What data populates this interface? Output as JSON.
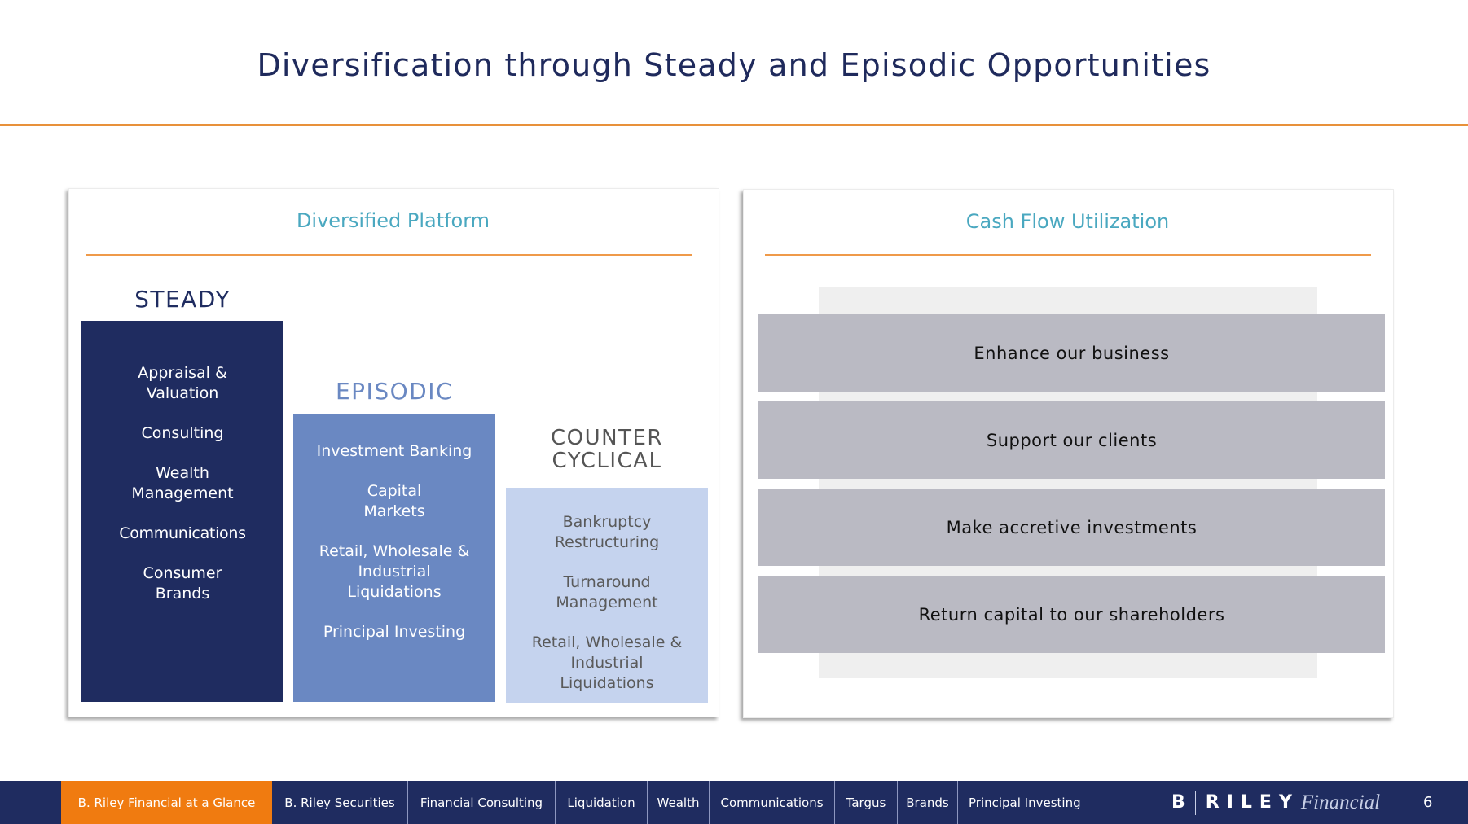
{
  "slide": {
    "title": "Diversification through Steady and Episodic Opportunities",
    "page_number": "6"
  },
  "colors": {
    "navy": "#1f2c60",
    "orange_accent": "#f07b10",
    "rule_orange": "#e8913a",
    "teal_heading": "#4aa8c0",
    "episodic_blue": "#6a88c2",
    "counter_light_blue": "#c5d3ee",
    "bar_gray": "#babac3"
  },
  "diversified_platform": {
    "heading": "Diversified Platform",
    "columns": [
      {
        "label": "STEADY",
        "items": [
          "Appraisal & Valuation",
          "Consulting",
          "Wealth Management",
          "Communications",
          "Consumer Brands"
        ]
      },
      {
        "label": "EPISODIC",
        "items": [
          "Investment Banking",
          "Capital Markets",
          "Retail, Wholesale & Industrial Liquidations",
          "Principal Investing"
        ]
      },
      {
        "label_line1": "COUNTER",
        "label_line2": "CYCLICAL",
        "items": [
          "Bankruptcy Restructuring",
          "Turnaround Management",
          "Retail, Wholesale & Industrial Liquidations"
        ]
      }
    ]
  },
  "cash_flow": {
    "heading": "Cash Flow Utilization",
    "items": [
      "Enhance our business",
      "Support our clients",
      "Make accretive investments",
      "Return capital to our shareholders"
    ]
  },
  "footer": {
    "tabs": [
      {
        "label": "B. Riley Financial at a Glance",
        "active": true
      },
      {
        "label": "B. Riley Securities",
        "active": false
      },
      {
        "label": "Financial Consulting",
        "active": false
      },
      {
        "label": "Liquidation",
        "active": false
      },
      {
        "label": "Wealth",
        "active": false
      },
      {
        "label": "Communications",
        "active": false
      },
      {
        "label": "Targus",
        "active": false
      },
      {
        "label": "Brands",
        "active": false
      },
      {
        "label": "Principal Investing",
        "active": false
      }
    ],
    "logo": {
      "b": "B",
      "riley": "RILEY",
      "financial": "Financial"
    }
  }
}
